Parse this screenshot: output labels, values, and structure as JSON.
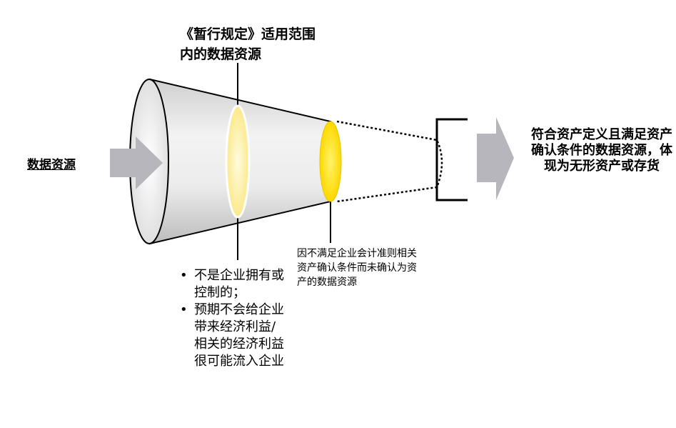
{
  "source": {
    "label": "数据资源"
  },
  "scope": {
    "label": "《暂行规定》适用范围内的数据资源"
  },
  "excluded": {
    "items": [
      "不是企业拥有或控制的；",
      "预期不会给企业带来经济利益/相关的经济利益很可能流入企业"
    ]
  },
  "not_recognized": {
    "label": "因不满足企业会计准则相关资产确认条件而未确认为资产的数据资源"
  },
  "result": {
    "label": "符合资产定义且满足资产确认条件的数据资源，体现为无形资产或存货"
  },
  "colors": {
    "funnel_fill": "#e6e6e6",
    "arrow_fill": "#b6b6bc",
    "pale_yellow": "#fff3a0",
    "bright_yellow": "#ffe800",
    "outline": "#000000"
  },
  "icons": [
    "input-arrow-icon",
    "output-arrow-icon"
  ]
}
